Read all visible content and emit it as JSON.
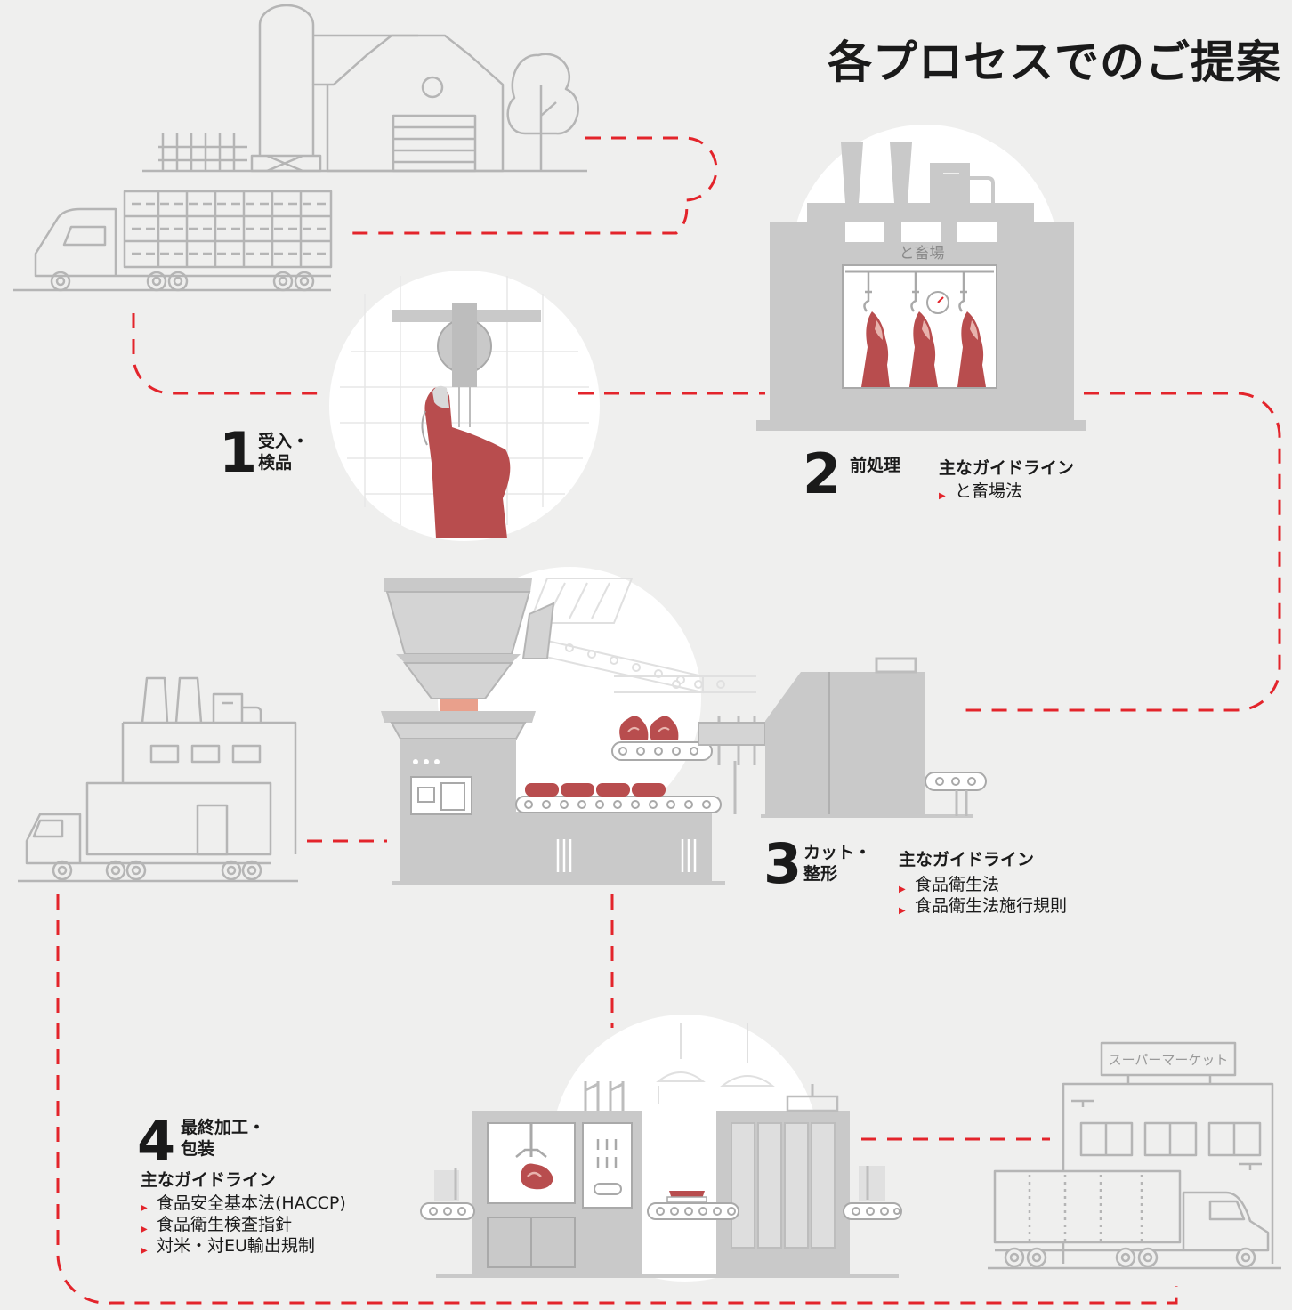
{
  "title": "各プロセスでのご提案",
  "labels": {
    "slaughterhouse_sign": "と畜場",
    "supermarket_sign": "スーパーマーケット"
  },
  "steps": [
    {
      "number": "1",
      "name_line1": "受入・",
      "name_line2": "検品"
    },
    {
      "number": "2",
      "name": "前処理",
      "guidelines_title": "主なガイドライン",
      "guidelines": [
        "と畜場法"
      ]
    },
    {
      "number": "3",
      "name_line1": "カット・",
      "name_line2": "整形",
      "guidelines_title": "主なガイドライン",
      "guidelines": [
        "食品衛生法",
        "食品衛生法施行規則"
      ]
    },
    {
      "number": "4",
      "name_line1": "最終加工・",
      "name_line2": "包装",
      "guidelines_title": "主なガイドライン",
      "guidelines": [
        "食品安全基本法(HACCP)",
        "食品衛生検査指針",
        "対米・対EU輸出規制"
      ]
    }
  ],
  "colors": {
    "accent": "#e3242b",
    "background": "#efefee",
    "meat": "#b84d4e",
    "machine": "#c9c9c9",
    "outline": "#b5b5b5"
  }
}
